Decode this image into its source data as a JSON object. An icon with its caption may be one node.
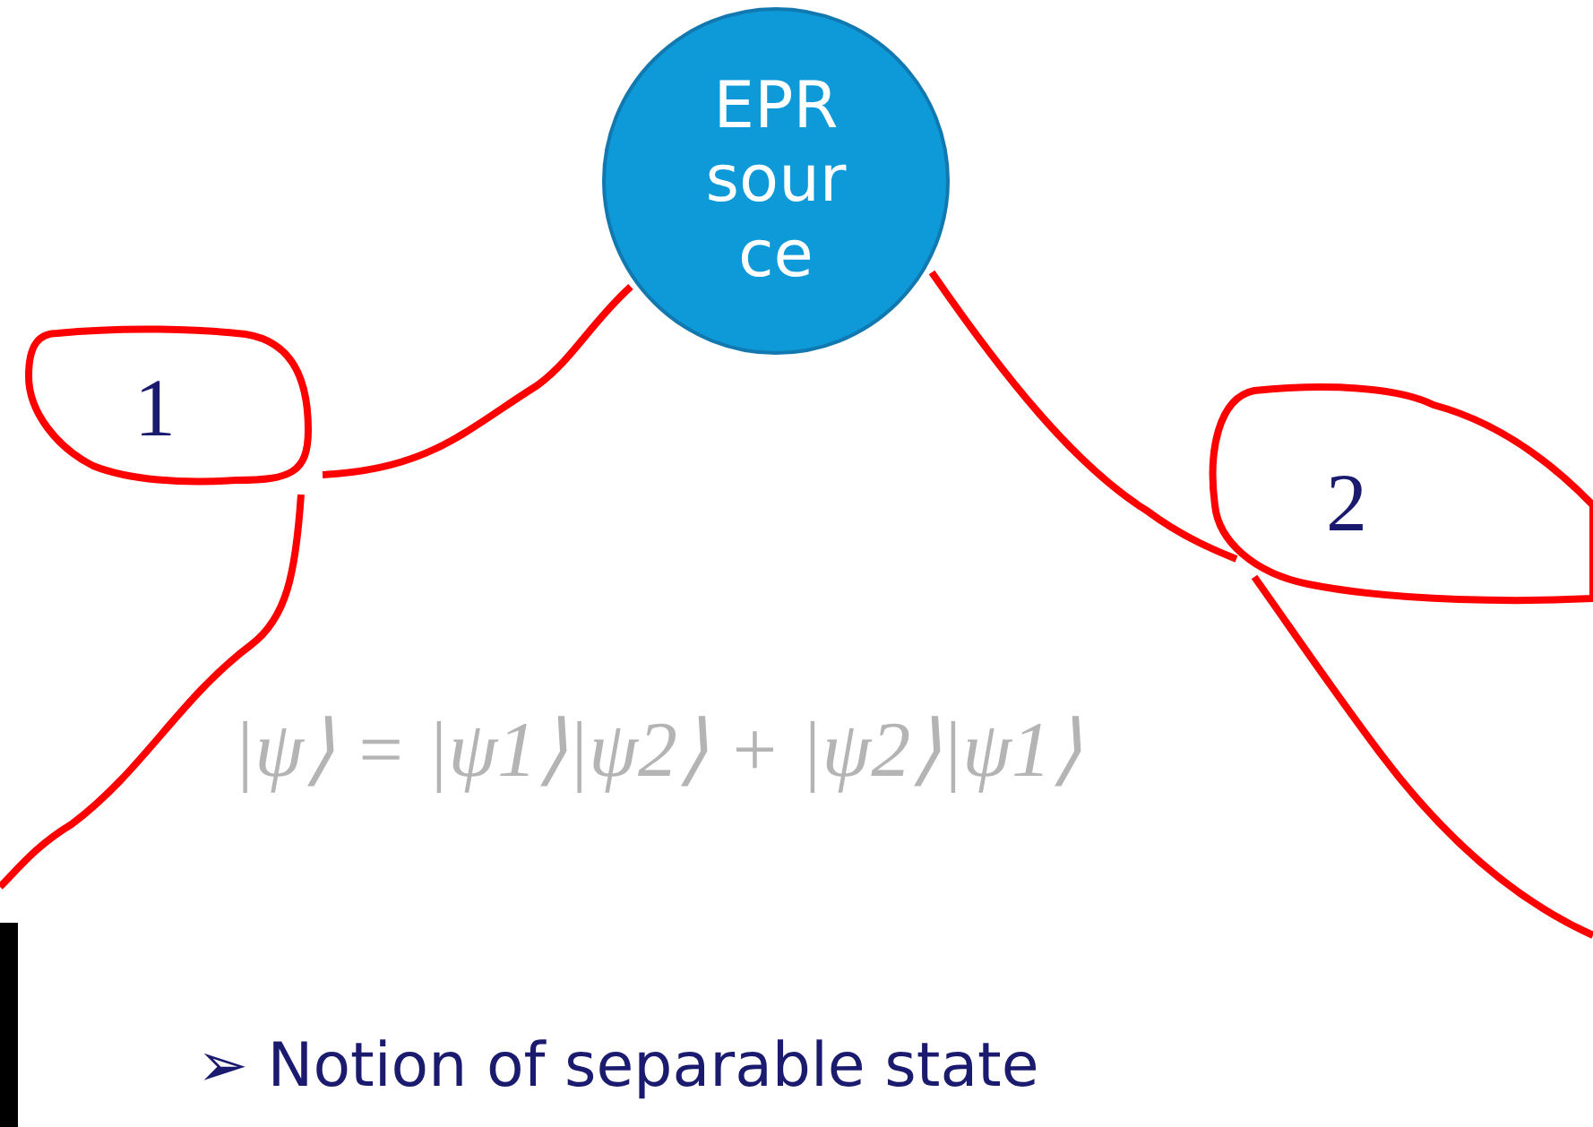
{
  "diagram": {
    "nodes": [
      {
        "text": [
          "EPR source"
        ]
      },
      {
        "text": [
          "1"
        ]
      },
      {
        "text": [
          "2"
        ]
      }
    ],
    "edges": [
      {
        "from": 0,
        "to": 1,
        "arrow": "none"
      },
      {
        "from": 0,
        "to": 2,
        "arrow": "none"
      },
      {
        "from": 1,
        "to": null,
        "arrow": "none"
      },
      {
        "from": 2,
        "to": null,
        "arrow": "none"
      }
    ],
    "labels": [
      "|ψ⟩ = |ψ1⟩|ψ2⟩ + |ψ2⟩|ψ1⟩",
      "➢ Notion of separable state"
    ]
  }
}
